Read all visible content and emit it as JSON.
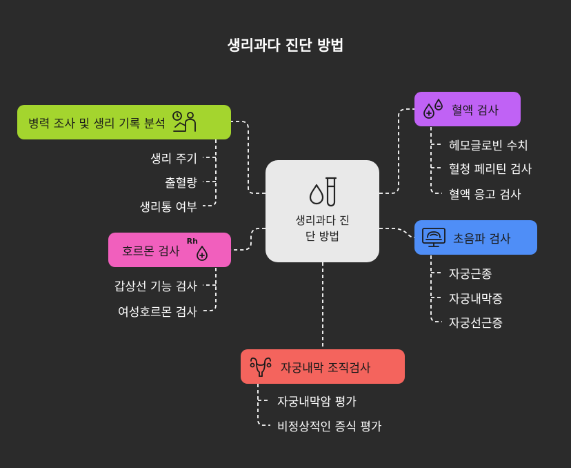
{
  "title": "생리과다 진단 방법",
  "center": {
    "line1": "생리과다 진",
    "line2": "단 방법"
  },
  "branches": {
    "history": {
      "label": "병력 조사 및 생리 기록 분석",
      "color": "#a4d52e",
      "items": [
        "생리 주기",
        "출혈량",
        "생리통 여부"
      ]
    },
    "hormone": {
      "label": "호르몬 검사",
      "color": "#f15fbd",
      "icon_text": "Rh",
      "items": [
        "갑상선 기능 검사",
        "여성호르몬 검사"
      ]
    },
    "blood": {
      "label": "혈액 검사",
      "color": "#c062f5",
      "items": [
        "헤모글로빈 수치",
        "혈청 페리틴 검사",
        "혈액 응고 검사"
      ]
    },
    "ultrasound": {
      "label": "초음파 검사",
      "color": "#4f8ef7",
      "items": [
        "자궁근종",
        "자궁내막증",
        "자궁선근증"
      ]
    },
    "biopsy": {
      "label": "자궁내막 조직검사",
      "color": "#f4645d",
      "items": [
        "자궁내막암 평가",
        "비정상적인 증식 평가"
      ]
    }
  }
}
